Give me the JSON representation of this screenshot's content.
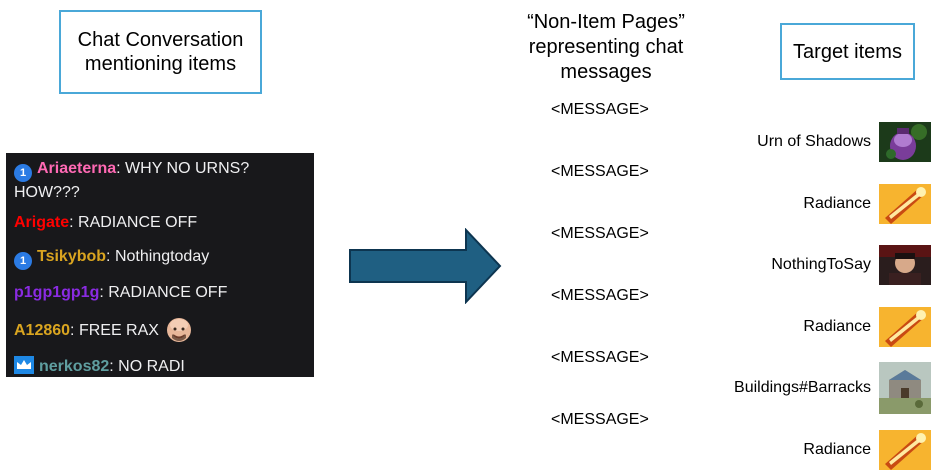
{
  "left_box": {
    "line1": "Chat Conversation",
    "line2": "mentioning items"
  },
  "middle_heading": {
    "line1": "“Non-Item Pages”",
    "line2": "representing chat",
    "line3": "messages"
  },
  "right_box": {
    "label": "Target items"
  },
  "chat": [
    {
      "badge": "1",
      "user": "Ariaeterna",
      "user_color": "#ff69b4",
      "sep": ": ",
      "text": "WHY NO URNS? HOW???"
    },
    {
      "badge": "",
      "user": "Arigate",
      "user_color": "#ff0000",
      "sep": ": ",
      "text": "RADIANCE OFF"
    },
    {
      "badge": "1",
      "user": "Tsikybob",
      "user_color": "#daa520",
      "sep": ": ",
      "text": "Nothingtoday"
    },
    {
      "badge": "",
      "user": "p1gp1gp1g",
      "user_color": "#8a2be2",
      "sep": ": ",
      "text": "RADIANCE OFF"
    },
    {
      "badge": "",
      "user": "A12860",
      "user_color": "#daa520",
      "sep": ": ",
      "text": "FREE RAX"
    },
    {
      "badge": "",
      "user": "nerkos82",
      "user_color": "#5f9ea0",
      "sep": ": ",
      "text": "NO RADI"
    }
  ],
  "messages": [
    "<MESSAGE>",
    "<MESSAGE>",
    "<MESSAGE>",
    "<MESSAGE>",
    "<MESSAGE>",
    "<MESSAGE>"
  ],
  "targets": [
    {
      "label": "Urn of Shadows",
      "icon": "urn-of-shadows-icon"
    },
    {
      "label": "Radiance",
      "icon": "radiance-icon"
    },
    {
      "label": "NothingToSay",
      "icon": "nothingtosay-icon"
    },
    {
      "label": "Radiance",
      "icon": "radiance-icon"
    },
    {
      "label": "Buildings#Barracks",
      "icon": "barracks-icon"
    },
    {
      "label": "Radiance",
      "icon": "radiance-icon"
    }
  ],
  "colors": {
    "box_border": "#4aa8d8",
    "arrow_fill": "#1f5f82",
    "arrow_stroke": "#0d3550",
    "chat_bg": "#18181b",
    "chat_text": "#efeff1",
    "sub_badge": "#2b7be4"
  }
}
